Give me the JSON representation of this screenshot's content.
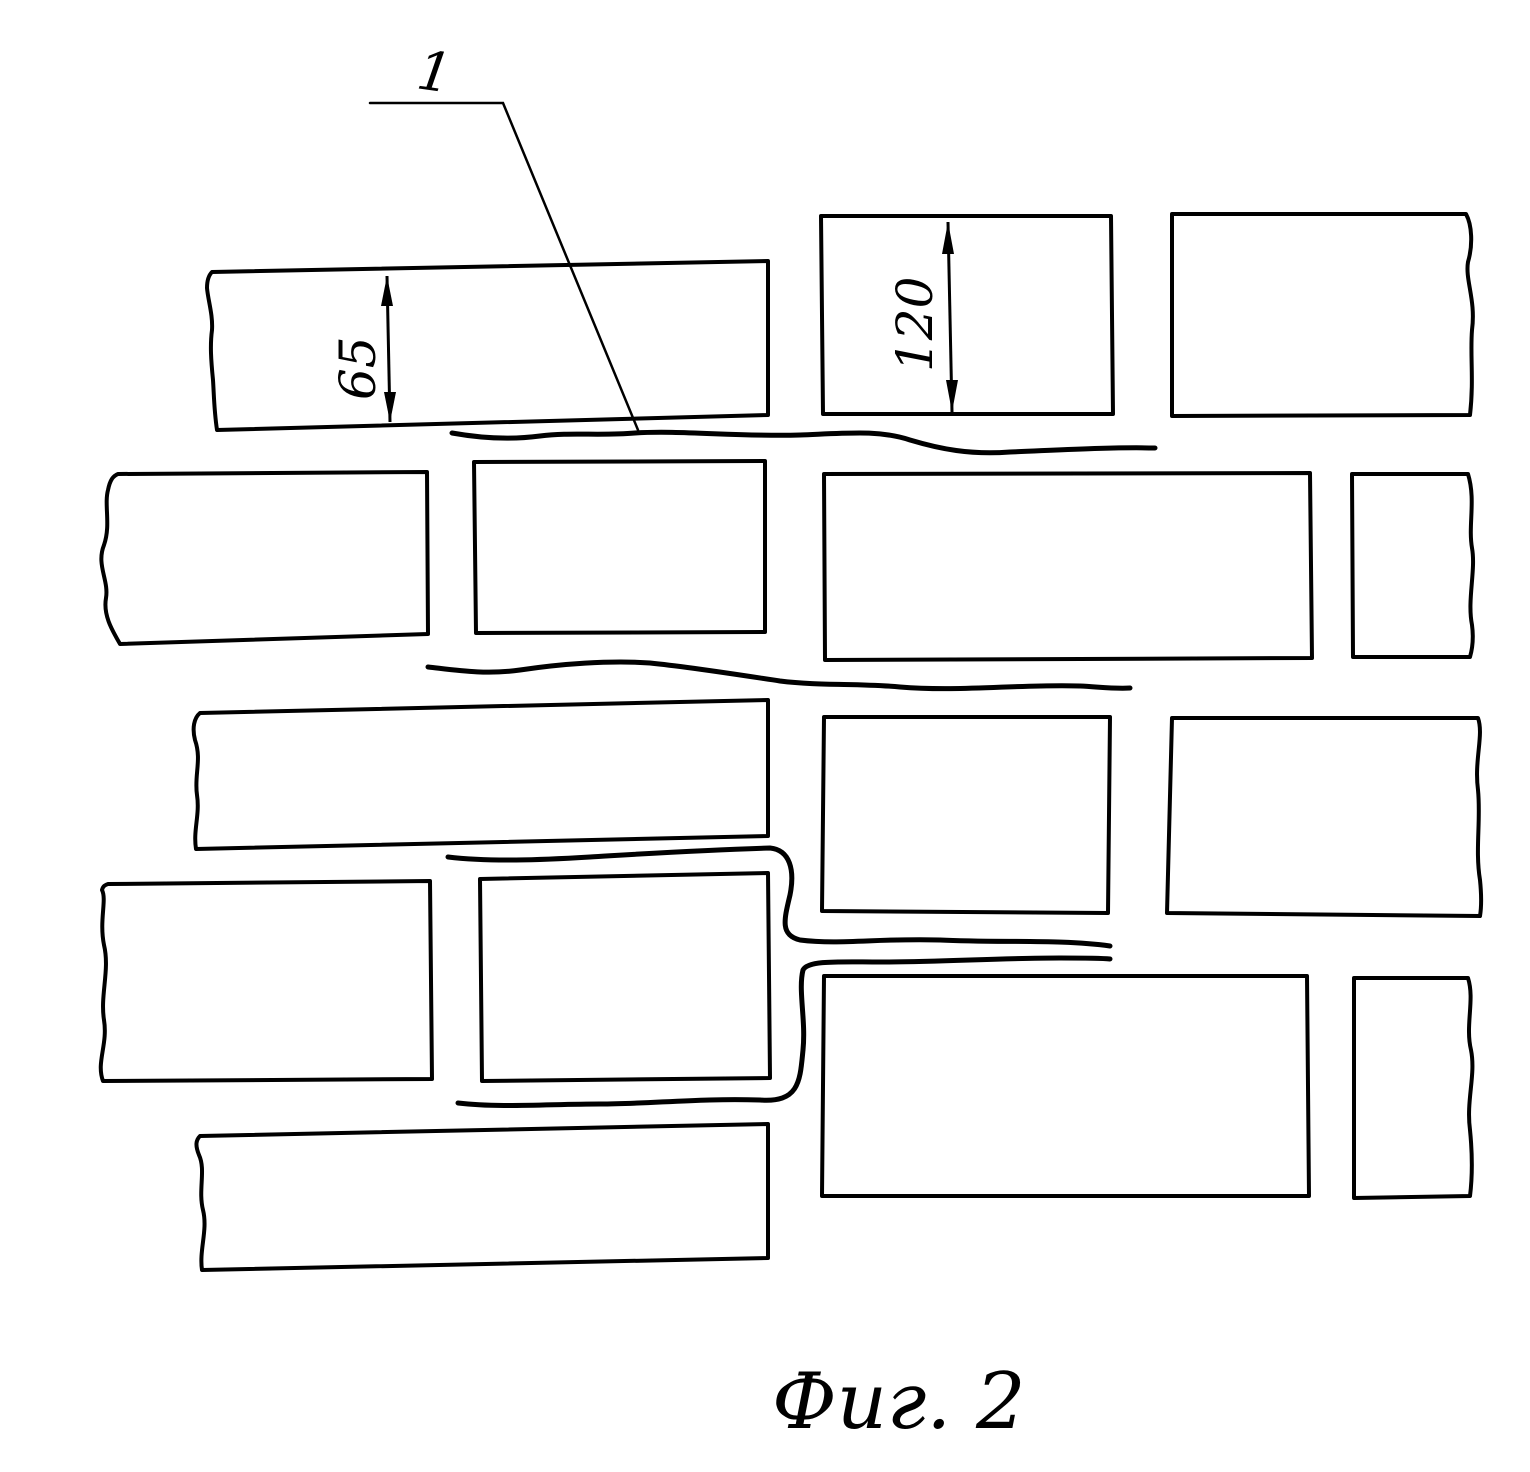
{
  "drawing": {
    "leader_label": "1",
    "dimension_left": "65",
    "dimension_right": "120",
    "caption": "Фиг. 2"
  },
  "colors": {
    "ink": "#000000",
    "paper": "#ffffff"
  }
}
